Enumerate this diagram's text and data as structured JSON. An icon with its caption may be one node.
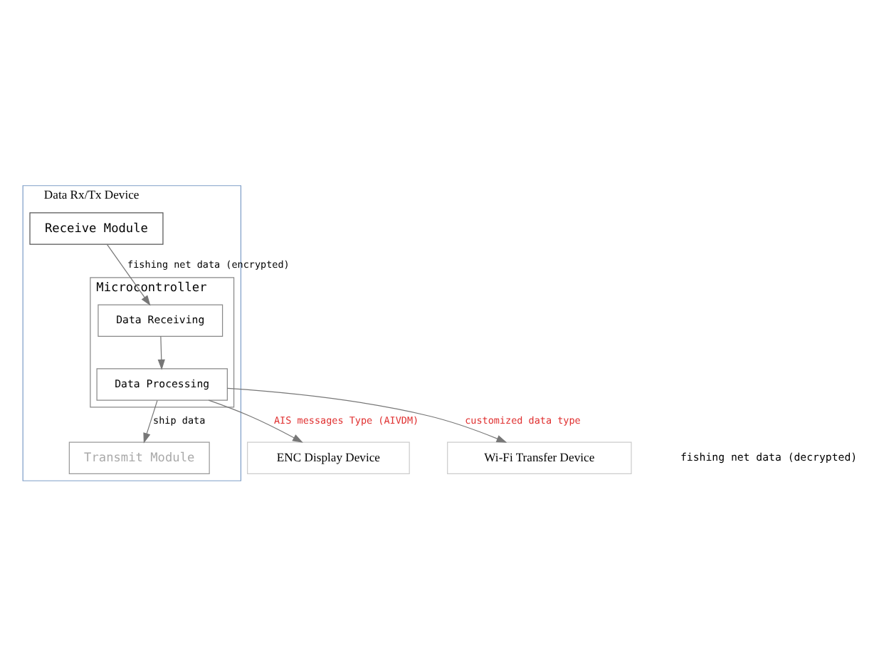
{
  "diagram": {
    "nodes": [
      {
        "text": [
          "Data Rx/Tx Device"
        ]
      },
      {
        "text": [
          "Microcontroller"
        ],
        "in": 0
      },
      {
        "text": [
          "Data Receiving"
        ],
        "in": 1
      },
      {
        "text": [
          "Data Processing"
        ],
        "in": 1
      },
      {
        "text": [
          "Receive Module"
        ],
        "in": 0
      },
      {
        "text": [
          "Transmit Module"
        ],
        "in": 0
      },
      {
        "text": [
          "ENC Display Device"
        ]
      },
      {
        "text": [
          "Wi-Fi Transfer Device"
        ]
      }
    ],
    "edges": [
      {
        "from": 4,
        "to": 2,
        "arrow": "to",
        "label": "fishing net data (encrypted)"
      },
      {
        "from": 2,
        "to": 3,
        "arrow": "to"
      },
      {
        "from": 3,
        "to": 5,
        "arrow": "to",
        "label": "ship data"
      },
      {
        "from": 3,
        "to": 6,
        "arrow": "to",
        "label": "AIS messages Type (AIVDM)"
      },
      {
        "from": 3,
        "to": 7,
        "arrow": "to",
        "label": "customized data type"
      }
    ],
    "labels": [
      "fishing net data (decrypted)"
    ]
  }
}
